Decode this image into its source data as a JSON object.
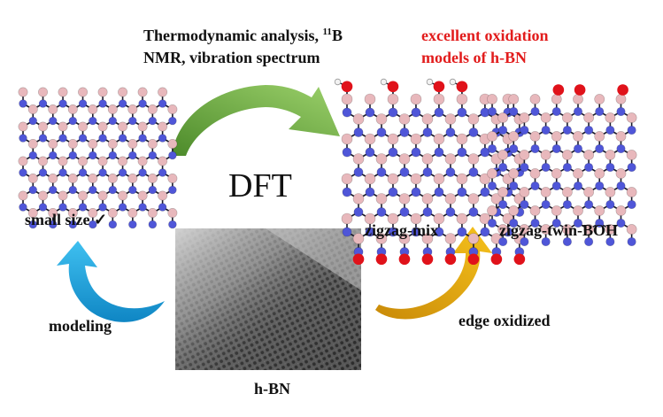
{
  "labels": {
    "top_text_line1_pre": "Thermodynamic analysis, ",
    "top_text_sup": "11",
    "top_text_line1_post": "B",
    "top_text_line2": "NMR, vibration spectrum",
    "red_line1": "excellent oxidation",
    "red_line2": "models of h-BN",
    "dft": "DFT",
    "small_size": "small size ✓",
    "zigzag_mix": "zigzag-mix",
    "zigzag_twin": "zigzag-twin-BOH",
    "modeling": "modeling",
    "edge_oxidized": "edge oxidized",
    "hbn": "h-BN"
  },
  "colors": {
    "boron": "#e8b8bc",
    "nitrogen": "#4f56d8",
    "oxygen": "#e0121a",
    "hydrogen": "#f2f2f2",
    "arrow_green": "#6aa83a",
    "arrow_blue": "#1aa3dc",
    "arrow_gold": "#e2a40a",
    "red_text": "#e21c1c"
  }
}
